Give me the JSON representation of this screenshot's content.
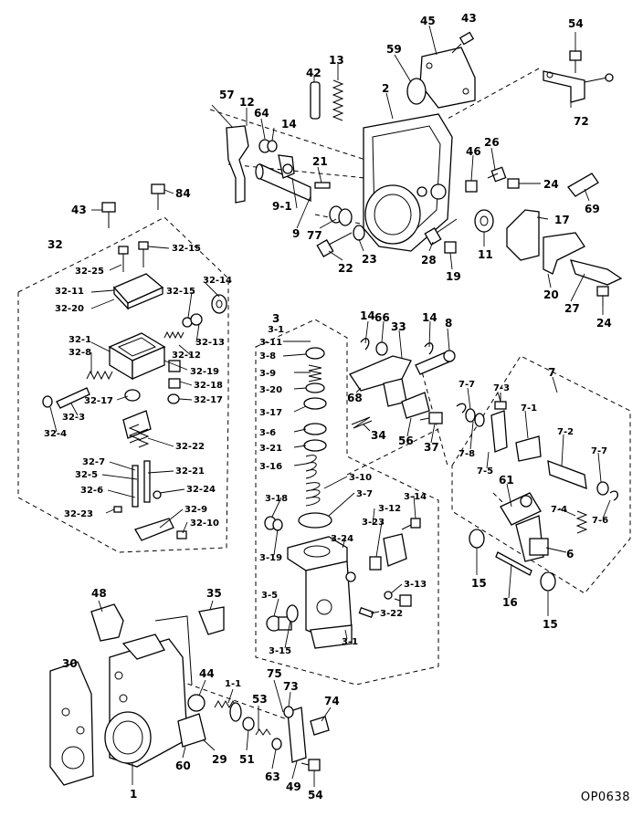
{
  "figure_code": "OP0638",
  "labels": {
    "a45": "45",
    "a43": "43",
    "a54": "54",
    "a59": "59",
    "a42": "42",
    "a13": "13",
    "a2": "2",
    "a57": "57",
    "a12": "12",
    "a64": "64",
    "a14": "14",
    "a72": "72",
    "a46": "46",
    "a26": "26",
    "a21": "21",
    "a24": "24",
    "a69": "69",
    "a17": "17",
    "a9_1": "9-1",
    "a9": "9",
    "a77": "77",
    "a22": "22",
    "a23": "23",
    "a28": "28",
    "a19": "19",
    "a11": "11",
    "a20": "20",
    "a27": "27",
    "a24b": "24",
    "b43": "43",
    "b84": "84",
    "b32": "32",
    "b32_15": "32-15",
    "b32_25": "32-25",
    "b32_11": "32-11",
    "b32_20": "32-20",
    "b32_14": "32-14",
    "b32_15b": "32-15",
    "b32_1": "32-1",
    "b32_8": "32-8",
    "b32_12": "32-12",
    "b32_13": "32-13",
    "b32_19": "32-19",
    "b32_3": "32-3",
    "b32_4": "32-4",
    "b32_17": "32-17",
    "b32_18": "32-18",
    "b32_17b": "32-17",
    "b32_22": "32-22",
    "b32_7": "32-7",
    "b32_5": "32-5",
    "b32_21": "32-21",
    "b32_6": "32-6",
    "b32_24": "32-24",
    "b32_23": "32-23",
    "b32_9": "32-9",
    "b32_10": "32-10",
    "c3": "3",
    "c3_1": "3-1",
    "c3_11": "3-11",
    "c3_8": "3-8",
    "c3_9": "3-9",
    "c3_20": "3-20",
    "c3_17": "3-17",
    "c3_6": "3-6",
    "c3_21": "3-21",
    "c3_16": "3-16",
    "c3_10": "3-10",
    "c3_7": "3-7",
    "c3_18": "3-18",
    "c3_12": "3-12",
    "c3_14": "3-14",
    "c3_23": "3-23",
    "c3_24": "3-24",
    "c3_19": "3-19",
    "c3_13": "3-13",
    "c3_5": "3-5",
    "c3_22": "3-22",
    "c3_15": "3-15",
    "c3_1b": "3-1",
    "d14": "14",
    "d66": "66",
    "d33": "33",
    "d14b": "14",
    "d8": "8",
    "d68": "68",
    "d34": "34",
    "d56": "56",
    "d37": "37",
    "e7": "7",
    "e7_7": "7-7",
    "e7_3": "7-3",
    "e7_1": "7-1",
    "e7_8": "7-8",
    "e7_5": "7-5",
    "e7_2": "7-2",
    "e7_7b": "7-7",
    "e61": "61",
    "e7_4": "7-4",
    "e7_6": "7-6",
    "e6": "6",
    "e15": "15",
    "e16": "16",
    "e15b": "15",
    "f48": "48",
    "f35": "35",
    "f30": "30",
    "f44": "44",
    "f1_1": "1-1",
    "f75": "75",
    "f73": "73",
    "f74": "74",
    "f53": "53",
    "f51": "51",
    "f63": "63",
    "f49": "49",
    "f54": "54",
    "f60": "60",
    "f29": "29",
    "f1": "1"
  }
}
